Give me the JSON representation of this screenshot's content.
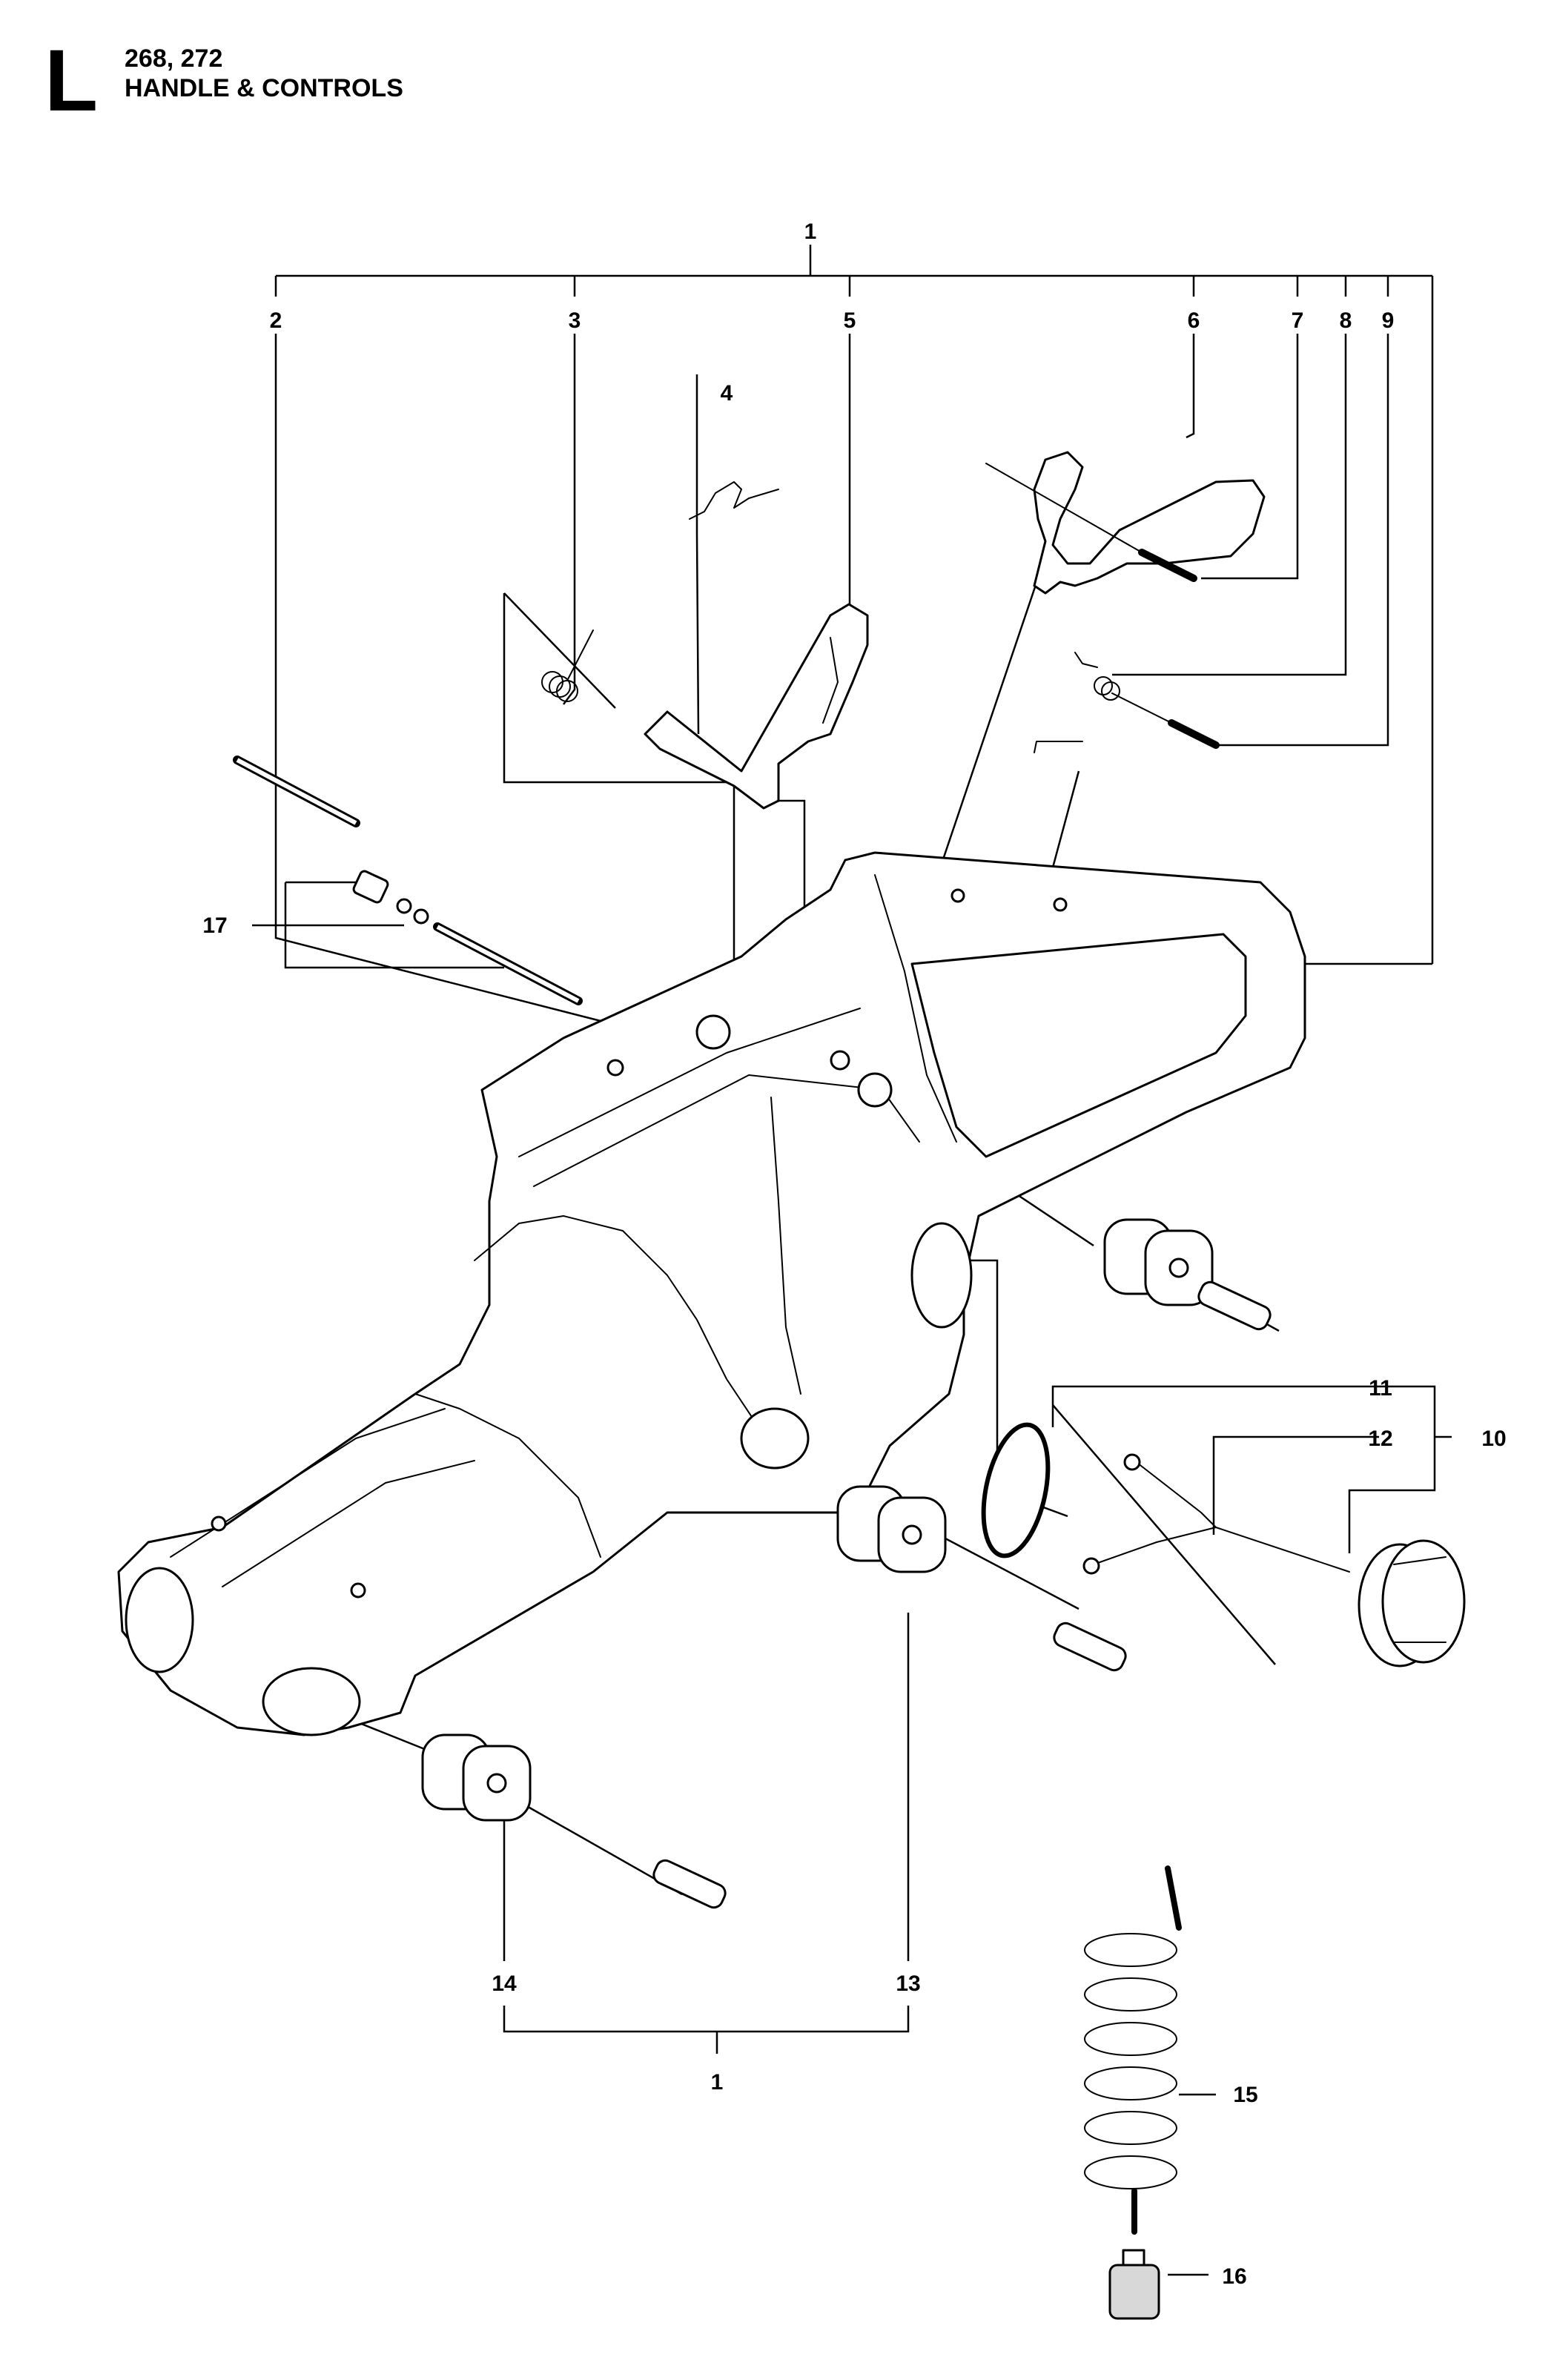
{
  "header": {
    "section_letter": "L",
    "models": "268, 272",
    "title": "HANDLE & CONTROLS"
  },
  "callouts": {
    "c1_top": "1",
    "c2": "2",
    "c3": "3",
    "c4": "4",
    "c5": "5",
    "c6": "6",
    "c7": "7",
    "c8": "8",
    "c9": "9",
    "c10": "10",
    "c11": "11",
    "c12": "12",
    "c13": "13",
    "c14": "14",
    "c1_bottom": "1",
    "c15": "15",
    "c16": "16",
    "c17": "17"
  }
}
